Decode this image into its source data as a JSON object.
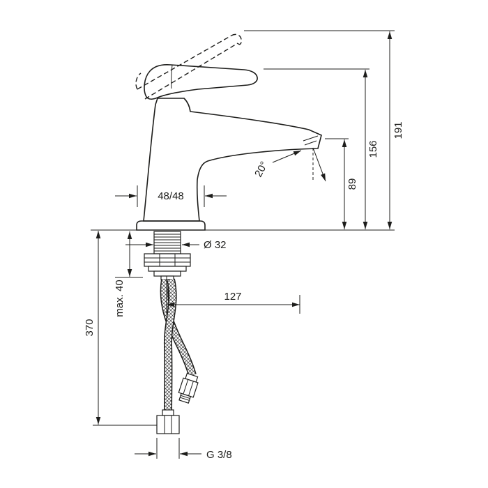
{
  "diagram": {
    "labels": {
      "width_half": "48/48",
      "shank_diameter": "Ø 32",
      "stream_angle": "20°",
      "spout_height": "89",
      "handle_top_height": "156",
      "overall_height": "191",
      "reach": "127",
      "max_mounting_depth": "max. 40",
      "hose_length": "370",
      "thread_size": "G 3/8"
    },
    "colors": {
      "line": "#1d1d1b",
      "background": "#ffffff"
    }
  }
}
